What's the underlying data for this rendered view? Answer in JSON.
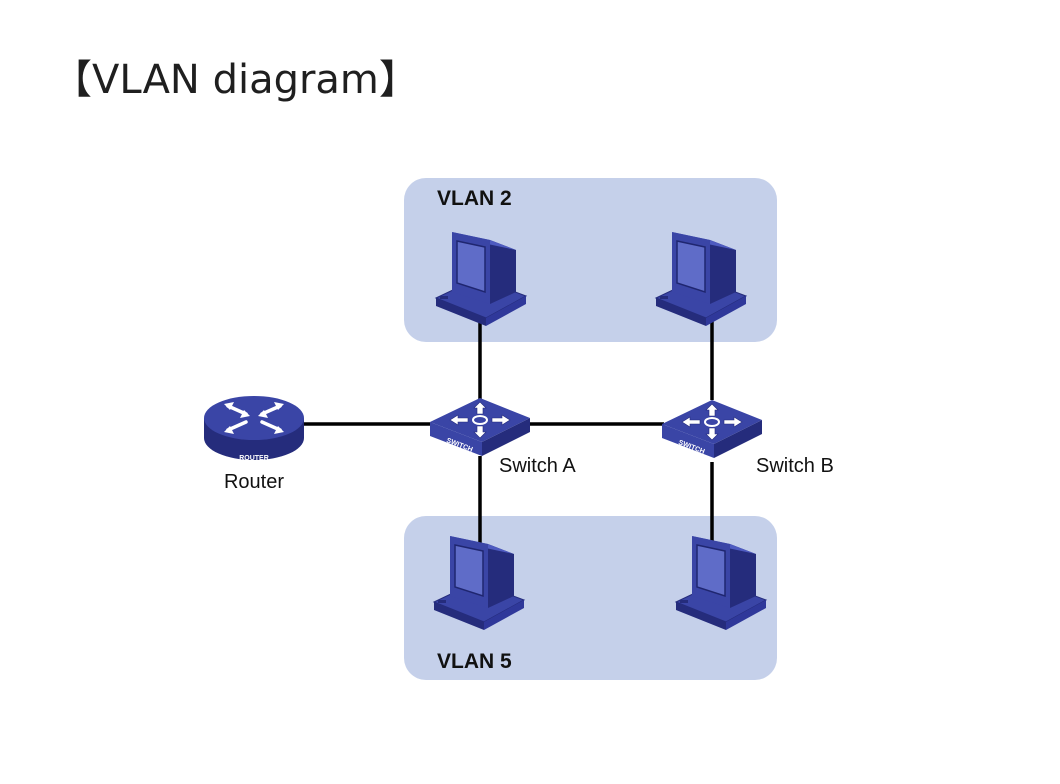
{
  "title": "【VLAN diagram】",
  "vlans": {
    "top": {
      "label": "VLAN 2"
    },
    "bottom": {
      "label": "VLAN 5"
    }
  },
  "nodes": {
    "router": {
      "label": "Router",
      "badge": "ROUTER",
      "icon": "router-icon"
    },
    "switch_a": {
      "label": "Switch A",
      "badge": "SWITCH",
      "icon": "switch-icon"
    },
    "switch_b": {
      "label": "Switch B",
      "badge": "SWITCH",
      "icon": "switch-icon"
    }
  },
  "colors": {
    "vlan_fill": "#c5d0ea",
    "device_blue": "#3a45a6",
    "device_dark": "#252c7c",
    "device_light": "#5f6cc8",
    "link": "#000000"
  }
}
